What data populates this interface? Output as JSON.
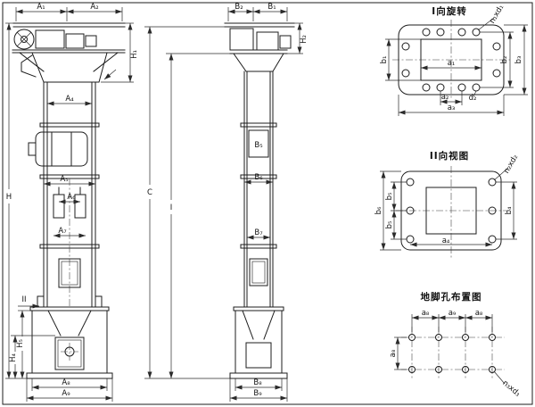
{
  "front_view": {
    "dim_a1": "A₁",
    "dim_a2": "A₂",
    "dim_a4": "A₄",
    "dim_a5": "A₅",
    "dim_a6": "A₆",
    "dim_a7": "A₇",
    "dim_a8": "A₈",
    "dim_a9": "A₉",
    "dim_h": "H",
    "dim_h1": "H₁",
    "dim_h4": "H₄",
    "dim_h5": "H₅",
    "marker_ii": "II"
  },
  "side_view": {
    "dim_b1": "B₁",
    "dim_b2": "B₂",
    "dim_b5": "B₅",
    "dim_b6": "B₆",
    "dim_b7": "B₇",
    "dim_b8": "B₈",
    "dim_b9": "B₉",
    "dim_h2": "H₂",
    "dim_c": "C",
    "marker_i": "I"
  },
  "view_i": {
    "title": "I向旋转",
    "dim_b1": "b₁",
    "dim_a1": "a₁",
    "dim_b2": "b₂",
    "dim_b3": "b₃",
    "dim_a2": "a₂",
    "dim_d2": "d₂",
    "dim_a3": "a₃",
    "holes_note": "n₁xd₁"
  },
  "view_ii": {
    "title": "II向视图",
    "dim_b6": "b₆",
    "dim_b5_upper": "b₅",
    "dim_b5_lower": "b₅",
    "dim_b4": "b₄",
    "dim_a4": "a₄",
    "holes_note": "n₂xd₂"
  },
  "anchor_plan": {
    "title": "地脚孔布置图",
    "dim_top_left": "a₈",
    "dim_top_mid": "a₉",
    "dim_top_right": "a₈",
    "dim_left": "a₈",
    "holes_note": "n₃xd₃"
  }
}
